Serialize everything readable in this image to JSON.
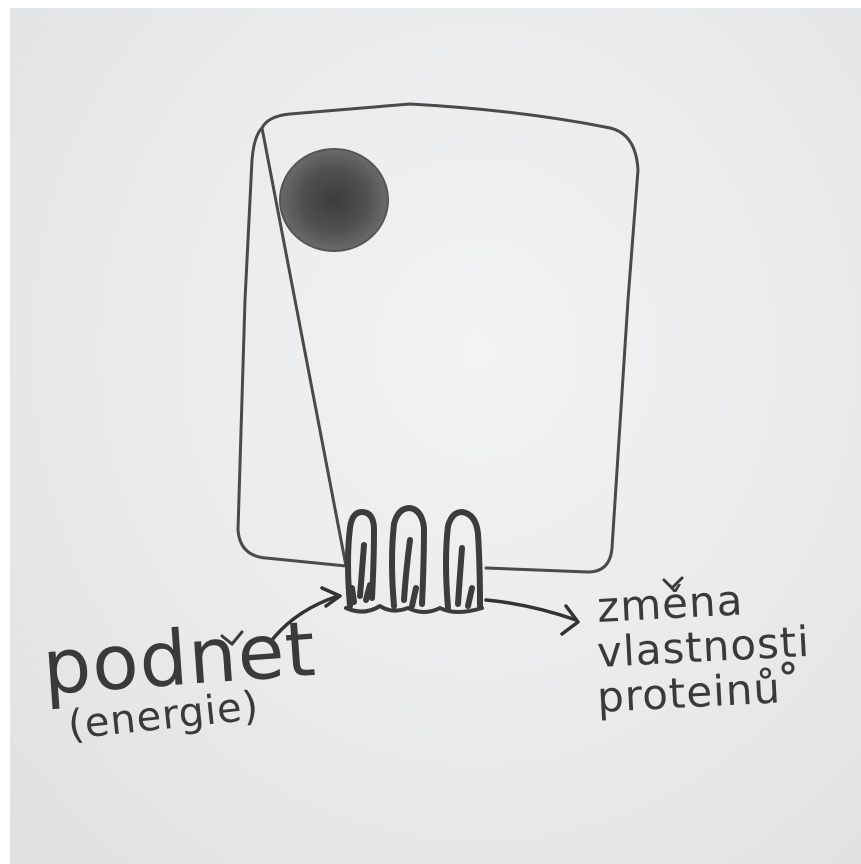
{
  "diagram": {
    "stimulus_label": "podnet",
    "stimulus_note": "(energie)",
    "result_lines": [
      "změna",
      "vlastnosti",
      "proteinů"
    ]
  },
  "colors": {
    "paper": "#e9eaeb",
    "pencil": "#3a3a3a",
    "nucleus": "#4a4a4c"
  }
}
